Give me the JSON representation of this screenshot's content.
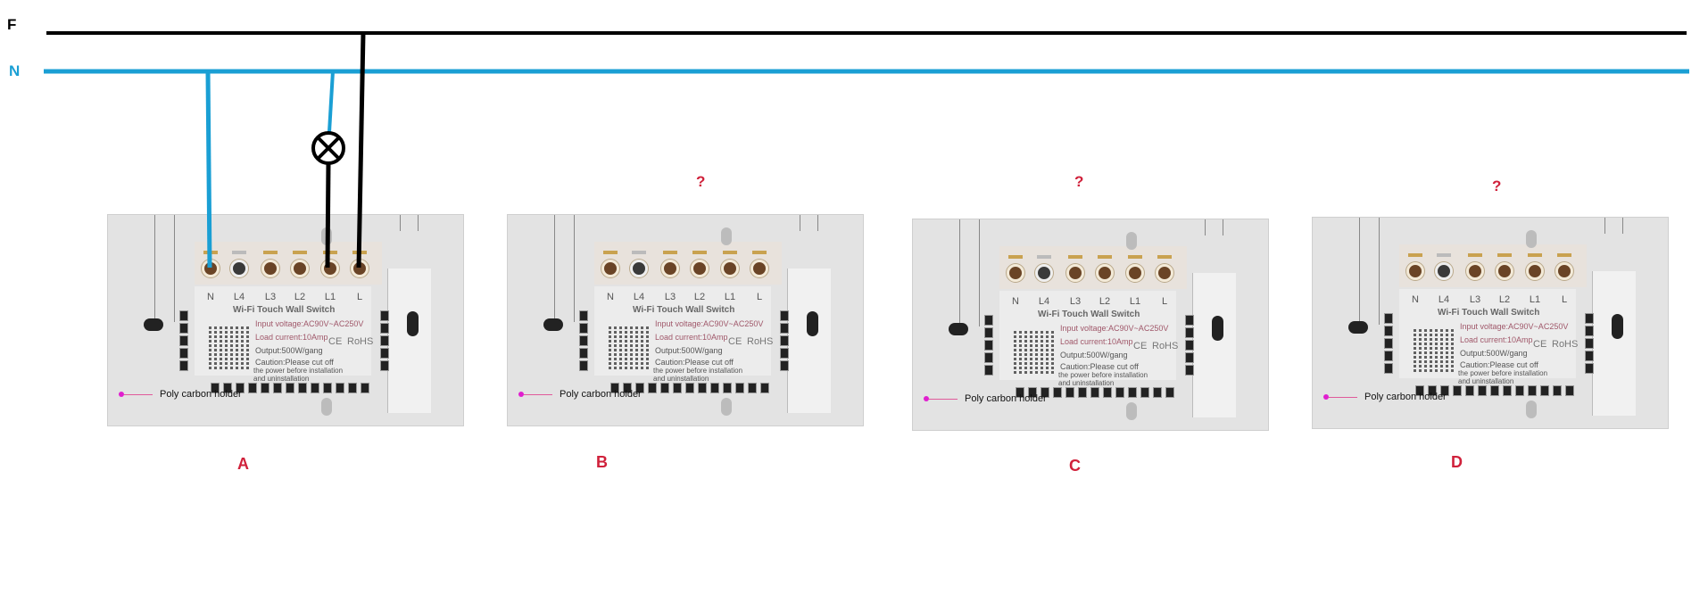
{
  "lines": {
    "phase_label": "F",
    "neutral_label": "N",
    "phase_color": "#000000",
    "neutral_color": "#1a9fd4"
  },
  "question_marks": [
    "?",
    "?",
    "?"
  ],
  "panel_text": {
    "terminals": [
      "N",
      "L4",
      "L3",
      "L2",
      "L1",
      "L"
    ],
    "title": "Wi-Fi Touch Wall Switch",
    "input_voltage": "Input voltage:AC90V~AC250V",
    "load_current": "Load current:10Amp",
    "output": "Output:500W/gang",
    "ce": "CE",
    "rohs": "RoHS",
    "caution": "Caution:Please cut off",
    "caution2": "the power before installation",
    "caution3": "and uninstallation",
    "holder": "Poly carbon holder"
  },
  "panels": [
    {
      "label": "A"
    },
    {
      "label": "B"
    },
    {
      "label": "C"
    },
    {
      "label": "D"
    }
  ]
}
